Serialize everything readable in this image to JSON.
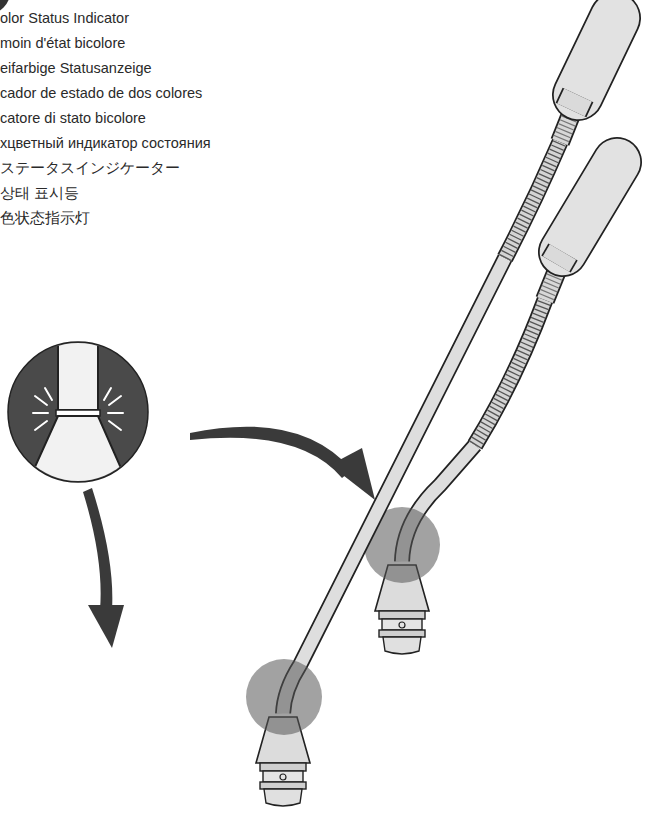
{
  "diagram": {
    "labels": [
      "olor Status Indicator",
      "moin d'état bicolore",
      "eifarbige Statusanzeige",
      "cador de estado de dos colores",
      "catore di stato bicolore",
      "хцветный индикатор состояния",
      "ステータスインジケーター",
      "상태 표시등",
      "色状态指示灯"
    ]
  }
}
